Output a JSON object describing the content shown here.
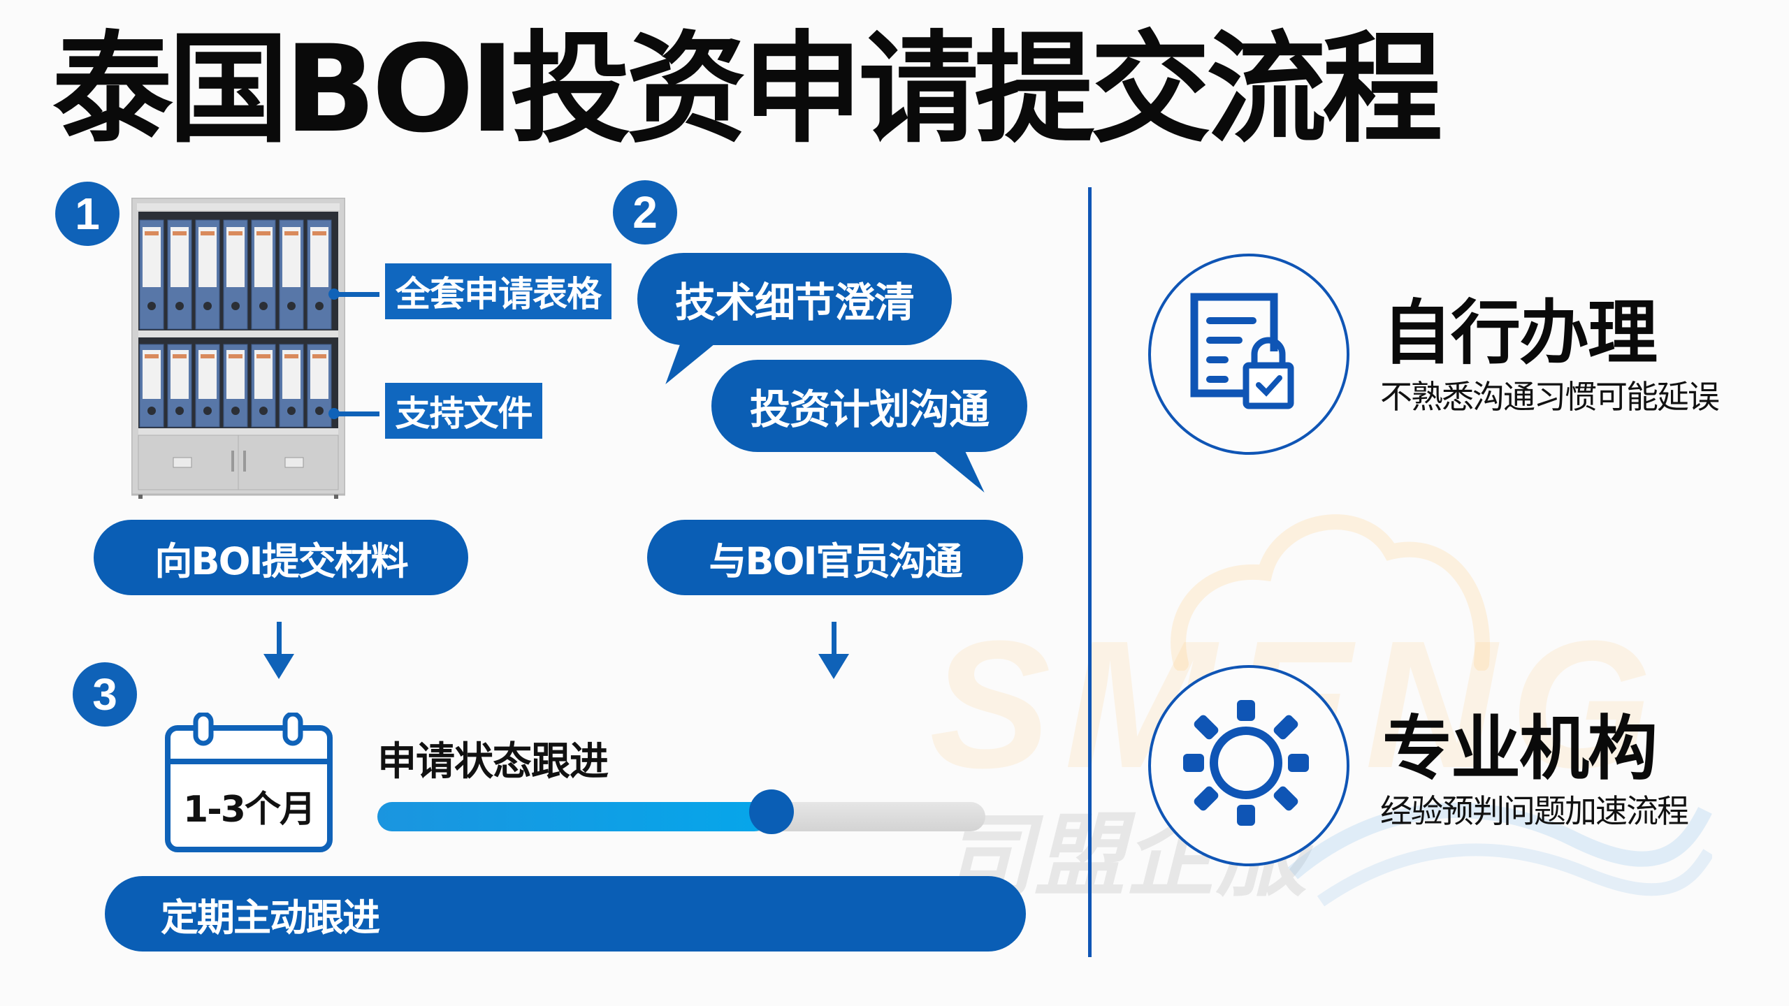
{
  "title": "泰国BOI投资申请提交流程",
  "colors": {
    "primary_blue": "#0b5eb4",
    "badge_blue": "#0f62b8",
    "progress_fill": "#0aa0e6",
    "progress_track": "#dcdcdc",
    "text_dark": "#0a0a0a",
    "background": "#fbfbfb"
  },
  "steps": [
    {
      "number": "1",
      "icon": "file-cabinet-icon",
      "labels": [
        "全套申请表格",
        "支持文件"
      ],
      "action": "向BOI提交材料"
    },
    {
      "number": "2",
      "icon": "speech-bubbles",
      "bubbles": [
        "技术细节澄清",
        "投资计划沟通"
      ],
      "action": "与BOI官员沟通"
    },
    {
      "number": "3",
      "icon": "calendar-icon",
      "duration": "1-3个月",
      "status_label": "申请状态跟进",
      "progress_percent": 60,
      "action": "定期主动跟进"
    }
  ],
  "options": [
    {
      "icon": "document-lock-icon",
      "title": "自行办理",
      "description": "不熟悉沟通习惯可能延误"
    },
    {
      "icon": "gear-settings-icon",
      "title": "专业机构",
      "description": "经验预判问题加速流程"
    }
  ],
  "watermark": {
    "brand_en": "SMENG",
    "brand_cn": "司盟企服"
  }
}
